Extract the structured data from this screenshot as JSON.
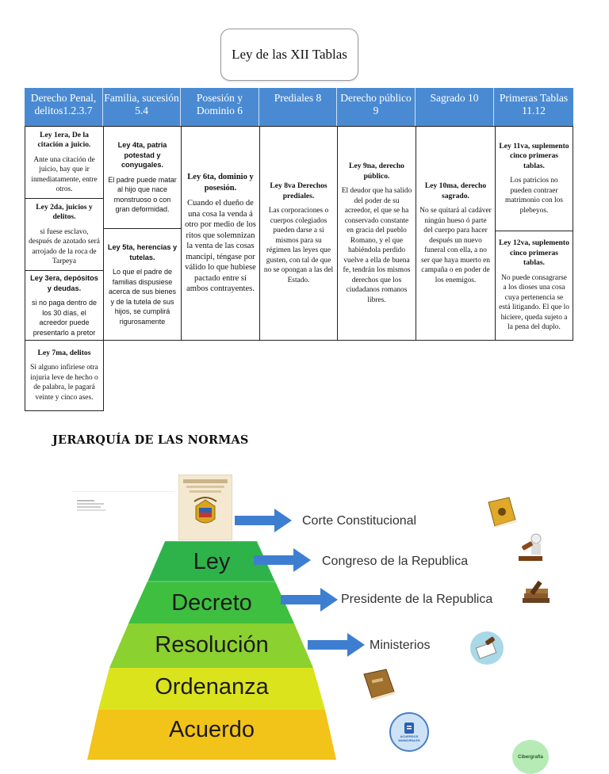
{
  "title": "Ley de las XII Tablas",
  "columns": [
    "Derecho Penal, delitos1.2.3.7",
    "Familia, sucesión 5.4",
    "Posesión y Dominio 6",
    "Prediales 8",
    "Derecho público 9",
    "Sagrado 10",
    "Primeras Tablas 11.12"
  ],
  "cells": {
    "ley1_title": "Ley 1era, De la citación a juicio.",
    "ley1_body": "Ante una citación de juicio, hay que ir inmediatamente, entre otros.",
    "ley2_title": "Ley 2da, juicios y delitos.",
    "ley2_body": "si fuese esclavo, después de azotado será arrojado de la roca de Tarpeya",
    "ley3_title": "Ley 3era, depósitos y deudas.",
    "ley3_body": "si no paga dentro de los 30 días, el acreedor puede presentarlo a pretor",
    "ley7_title": "Ley 7ma, delitos",
    "ley7_body": "Si alguno infiriese otra injuria leve de hecho o de palabra, le pagará veinte y cinco ases.",
    "ley4_title": "Ley 4ta, patria potestad y conyugales.",
    "ley4_body": "El padre puede matar al hijo que nace monstruoso o con gran deformidad.",
    "ley5_title": "Ley 5ta, herencias y tutelas.",
    "ley5_body": "Lo que el padre de familias dispusiese acerca de sus bienes y de la tutela de sus hijos, se cumplirá rigurosamente",
    "ley6_title": "Ley 6ta, dominio y posesión.",
    "ley6_body": "Cuando el dueño de una cosa la venda á otro por medio de los ritos que solemnizan la venta de las cosas mancipi, téngase por válido lo que hubiese pactado entre sí ambos contrayentes.",
    "ley8_title": "Ley 8va Derechos prediales.",
    "ley8_body": "Las corporaciones o cuerpos colegiados pueden darse a sí mismos para su régimen las leyes que gusten, con tal de que no se opongan a las del Estado.",
    "ley9_title": "Ley 9na, derecho público.",
    "ley9_body": "El deudor que ha salido del poder de su acreedor, el que se ha conservado constante en gracia del pueblo Romano, y el que habiéndola perdido vuelve a ella de buena fe, tendrán los mismos derechos que los ciudadanos romanos libres.",
    "ley10_title": "Ley 10ma, derecho sagrado.",
    "ley10_body": "No se quitará al cadáver ningún hueso ó parte del cuerpo para hacer después un nuevo funeral con ella, a no ser que haya muerto en campaña o en poder de los enemigos.",
    "ley11_title": "Ley 11va, suplemento cinco primeras tablas.",
    "ley11_body": "Los patricios no pueden contraer matrimonio con los plebeyos.",
    "ley12_title": "Ley 12va, suplemento cinco primeras tablas.",
    "ley12_body": "No puede consagrarse a los dioses una cosa cuya pertenencia se está litigando. El que lo hiciere, queda sujeto a la pena del duplo."
  },
  "hierarchy": {
    "heading": "JERARQUÍA DE LAS NORMAS",
    "levels": [
      "Ley",
      "Decreto",
      "Resolución",
      "Ordenanza",
      "Acuerdo"
    ],
    "authorities": [
      "Corte Constitucional",
      "Congreso de la Republica",
      "Presidente de la Republica",
      "Ministerios"
    ],
    "acuerdos_badge": "ACUERDOS MUNICIPALES",
    "cibergrafia": "Cibergrafía",
    "colors": {
      "ley": "#2db34a",
      "decreto": "#3fbf3f",
      "resolucion": "#8bd12f",
      "ordenanza": "#dbe31d",
      "acuerdo": "#f2c318",
      "arrow": "#3e7ed0"
    }
  }
}
